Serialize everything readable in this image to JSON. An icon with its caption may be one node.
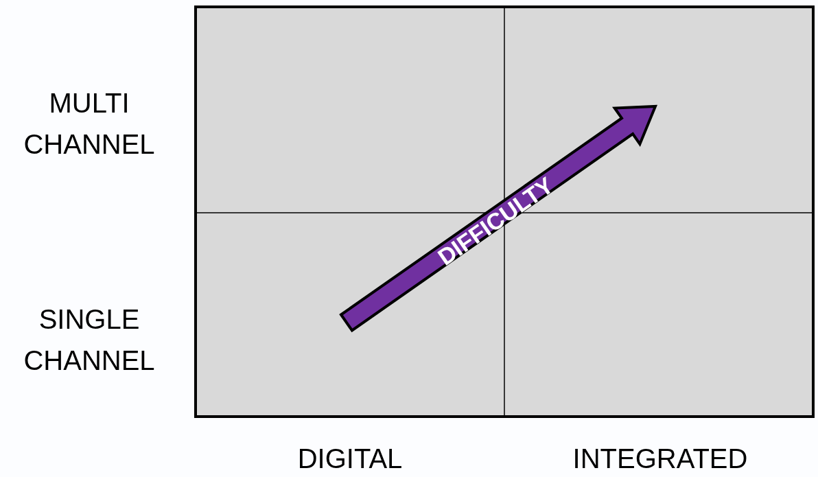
{
  "diagram": {
    "labels": [
      "MULTI CHANNEL",
      "DIFFICULTY",
      "SINGLE CHANNEL",
      "DIGITAL",
      "INTEGRATED"
    ]
  }
}
